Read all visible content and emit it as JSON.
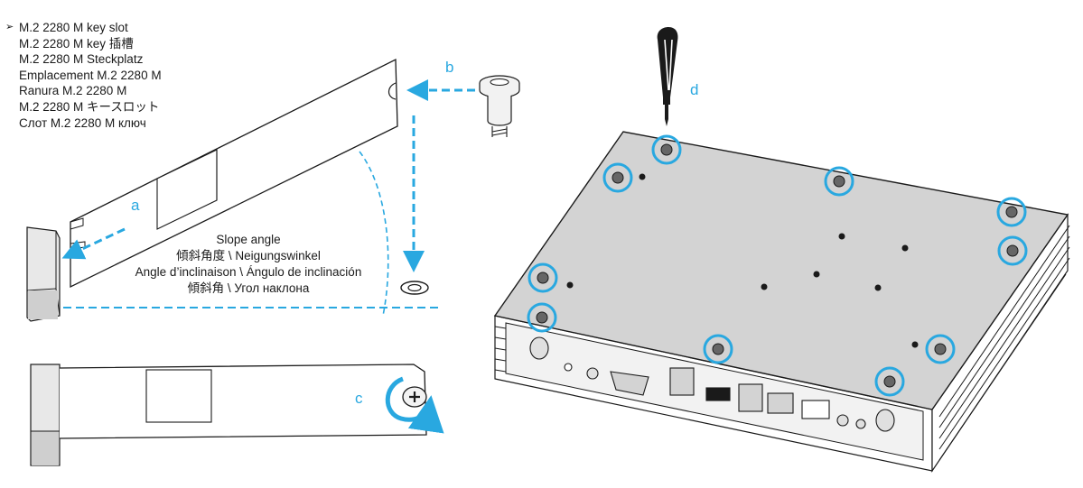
{
  "legend": {
    "bullet": "➢",
    "lines": [
      "M.2 2280 M key slot",
      "M.2 2280 M key 插槽",
      "M.2 2280 M Steckplatz",
      "Emplacement M.2 2280 M",
      "Ranura M.2 2280 M",
      "M.2 2280 M キースロット",
      "Слот M.2 2280 M ключ"
    ]
  },
  "slope_angle": {
    "lines": [
      "Slope angle",
      "傾斜角度 \\ Neigungswinkel",
      "Angle d’inclinaison \\ Ángulo de inclinación",
      "傾斜角 \\ Угол наклона"
    ]
  },
  "steps": {
    "a": "a",
    "b": "b",
    "c": "c",
    "d": "d"
  },
  "colors": {
    "accent": "#29a8e0",
    "line": "#1a1a1a",
    "panel": "#d3d3d3",
    "case": "#f2f2f2"
  }
}
